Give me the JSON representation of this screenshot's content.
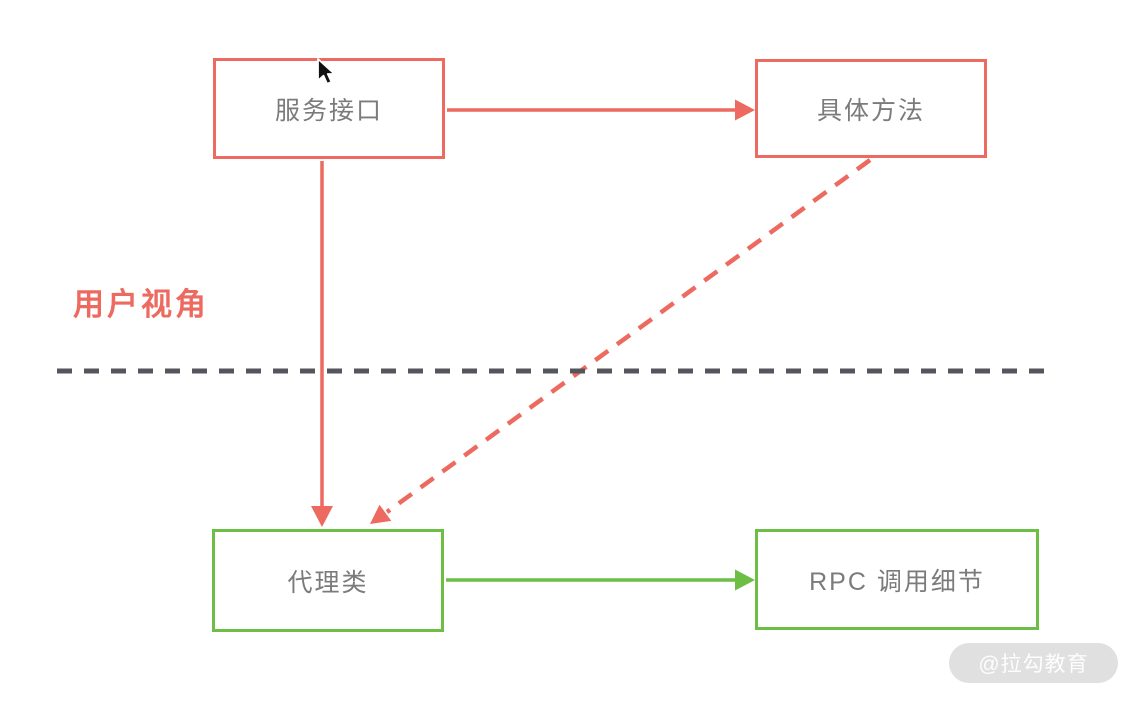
{
  "colors": {
    "red": "#EC6A5F",
    "green": "#6CBE45",
    "divider": "#55555E",
    "box_text": "#7B7B7B",
    "watermark_bg": "#E0E0E0",
    "watermark_text": "#FDFDFD"
  },
  "diagram": {
    "section_label": "用户视角",
    "boxes": {
      "service_interface": "服务接口",
      "concrete_method": "具体方法",
      "proxy_class": "代理类",
      "rpc_detail": "RPC 调用细节"
    },
    "watermark": "@拉勾教育"
  }
}
